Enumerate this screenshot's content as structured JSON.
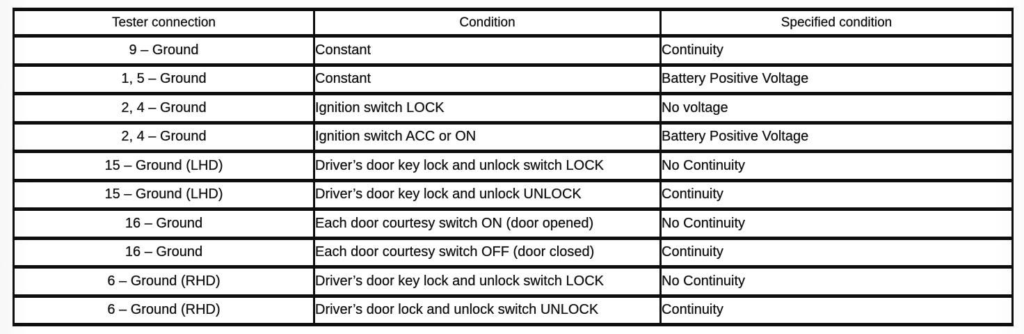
{
  "table": {
    "headers": {
      "tester": "Tester connection",
      "condition": "Condition",
      "specified": "Specified condition"
    },
    "rows": [
      {
        "tester": "9 – Ground",
        "condition": "Constant",
        "specified": "Continuity"
      },
      {
        "tester": "1, 5 – Ground",
        "condition": "Constant",
        "specified": "Battery Positive Voltage"
      },
      {
        "tester": "2, 4 – Ground",
        "condition": "Ignition switch LOCK",
        "specified": "No voltage"
      },
      {
        "tester": "2, 4 – Ground",
        "condition": "Ignition switch ACC or ON",
        "specified": "Battery Positive Voltage"
      },
      {
        "tester": "15 – Ground (LHD)",
        "condition": "Driver’s door key lock and unlock switch LOCK",
        "specified": "No Continuity"
      },
      {
        "tester": "15 – Ground (LHD)",
        "condition": "Driver’s door key lock and unlock UNLOCK",
        "specified": "Continuity"
      },
      {
        "tester": "16 – Ground",
        "condition": "Each door courtesy switch ON (door opened)",
        "specified": "No Continuity"
      },
      {
        "tester": "16 – Ground",
        "condition": "Each door courtesy switch OFF (door closed)",
        "specified": "Continuity"
      },
      {
        "tester": "6 – Ground (RHD)",
        "condition": "Driver’s door key lock and unlock switch LOCK",
        "specified": "No Continuity"
      },
      {
        "tester": "6 – Ground (RHD)",
        "condition": "Driver’s door lock and unlock switch UNLOCK",
        "specified": "Continuity"
      }
    ],
    "ink_color": "#101010",
    "paper_color": "#ffffff"
  }
}
